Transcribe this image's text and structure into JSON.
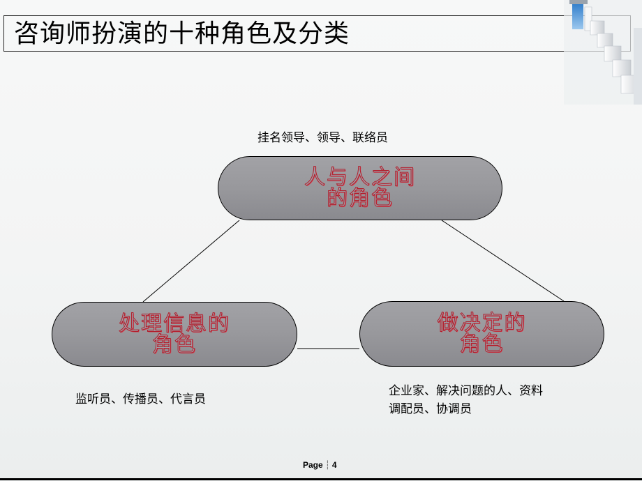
{
  "title": "咨询师扮演的十种角色及分类",
  "nodes": {
    "top": {
      "line1": "人与人之间",
      "line2": "的角色",
      "caption": "挂名领导、领导、联络员"
    },
    "left": {
      "line1": "处理信息的",
      "line2": "角色",
      "caption": "监听员、传播员、代言员"
    },
    "right": {
      "line1": "做决定的",
      "line2": "角色",
      "caption_line1": "企业家、解决问题的人、资料",
      "caption_line2": "调配员、协调员"
    }
  },
  "footer": {
    "page_label": "Page",
    "separator": "┆",
    "page_number": "4"
  },
  "colors": {
    "node_fill": "#9a9a9e",
    "node_text_stroke": "#b21c2a",
    "line": "#000000"
  },
  "icons": {
    "corner": "staircase-decoration"
  }
}
